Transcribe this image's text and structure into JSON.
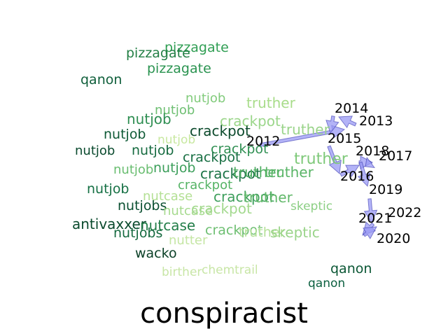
{
  "title": "conspiracist",
  "colors": {
    "arrow_fill": "#9a9af4",
    "arrow_stroke": "#3b3bb0",
    "year_text": "#000000"
  },
  "chart_data": {
    "type": "word-trajectory",
    "title": "conspiracist",
    "words": [
      {
        "text": "pizzagate",
        "color": "#2f9e53"
      },
      {
        "text": "pizzagate",
        "color": "#237f45"
      },
      {
        "text": "pizzagate",
        "color": "#2a9350"
      },
      {
        "text": "qanon",
        "color": "#0e5e3a"
      },
      {
        "text": "nutjob",
        "color": "#82cb7c"
      },
      {
        "text": "truther",
        "color": "#a8dc8a"
      },
      {
        "text": "nutjob",
        "color": "#6ebf72"
      },
      {
        "text": "nutjob",
        "color": "#2e8e52"
      },
      {
        "text": "crackpot",
        "color": "#9bd68a"
      },
      {
        "text": "nutjob",
        "color": "#0f5a36"
      },
      {
        "text": "crackpot",
        "color": "#0c4a2c"
      },
      {
        "text": "nutjob",
        "color": "#c8e8a0"
      },
      {
        "text": "truther",
        "color": "#9ad48a"
      },
      {
        "text": "nutjob",
        "color": "#0a4a2e"
      },
      {
        "text": "nutjob",
        "color": "#166b40"
      },
      {
        "text": "crackpot",
        "color": "#2f8f52"
      },
      {
        "text": "crackpot",
        "color": "#186f43"
      },
      {
        "text": "truther",
        "color": "#7fc97a"
      },
      {
        "text": "nutjob",
        "color": "#69bd70"
      },
      {
        "text": "nutjob",
        "color": "#3b9e5a"
      },
      {
        "text": "crackpot",
        "color": "#1c7446"
      },
      {
        "text": "truther",
        "color": "#4fae62"
      },
      {
        "text": "truther",
        "color": "#5ab567"
      },
      {
        "text": "crackpot",
        "color": "#55b365"
      },
      {
        "text": "nutjob",
        "color": "#157044"
      },
      {
        "text": "nutcase",
        "color": "#b4e095"
      },
      {
        "text": "crackpot",
        "color": "#3e9f5c"
      },
      {
        "text": "truther",
        "color": "#62b86a"
      },
      {
        "text": "nutjobs",
        "color": "#0a4f31"
      },
      {
        "text": "nutcase",
        "color": "#a6da8e"
      },
      {
        "text": "crackpot",
        "color": "#a3d98e"
      },
      {
        "text": "skeptic",
        "color": "#8ccf84"
      },
      {
        "text": "antivaxxer",
        "color": "#0a4a2d"
      },
      {
        "text": "nutcase",
        "color": "#237e49"
      },
      {
        "text": "nutjobs",
        "color": "#166a40"
      },
      {
        "text": "crackpot",
        "color": "#6ebf72"
      },
      {
        "text": "truther",
        "color": "#b6e19a"
      },
      {
        "text": "skeptic",
        "color": "#9ad48a"
      },
      {
        "text": "nutter",
        "color": "#c5e6a4"
      },
      {
        "text": "wacko",
        "color": "#0a3f26"
      },
      {
        "text": "birther",
        "color": "#c8e6a6"
      },
      {
        "text": "chemtrail",
        "color": "#c8e6a6"
      },
      {
        "text": "qanon",
        "color": "#0a5634"
      },
      {
        "text": "qanon",
        "color": "#0c6040"
      }
    ],
    "years": [
      "2012",
      "2013",
      "2014",
      "2015",
      "2016",
      "2017",
      "2018",
      "2019",
      "2020",
      "2021",
      "2022"
    ]
  }
}
